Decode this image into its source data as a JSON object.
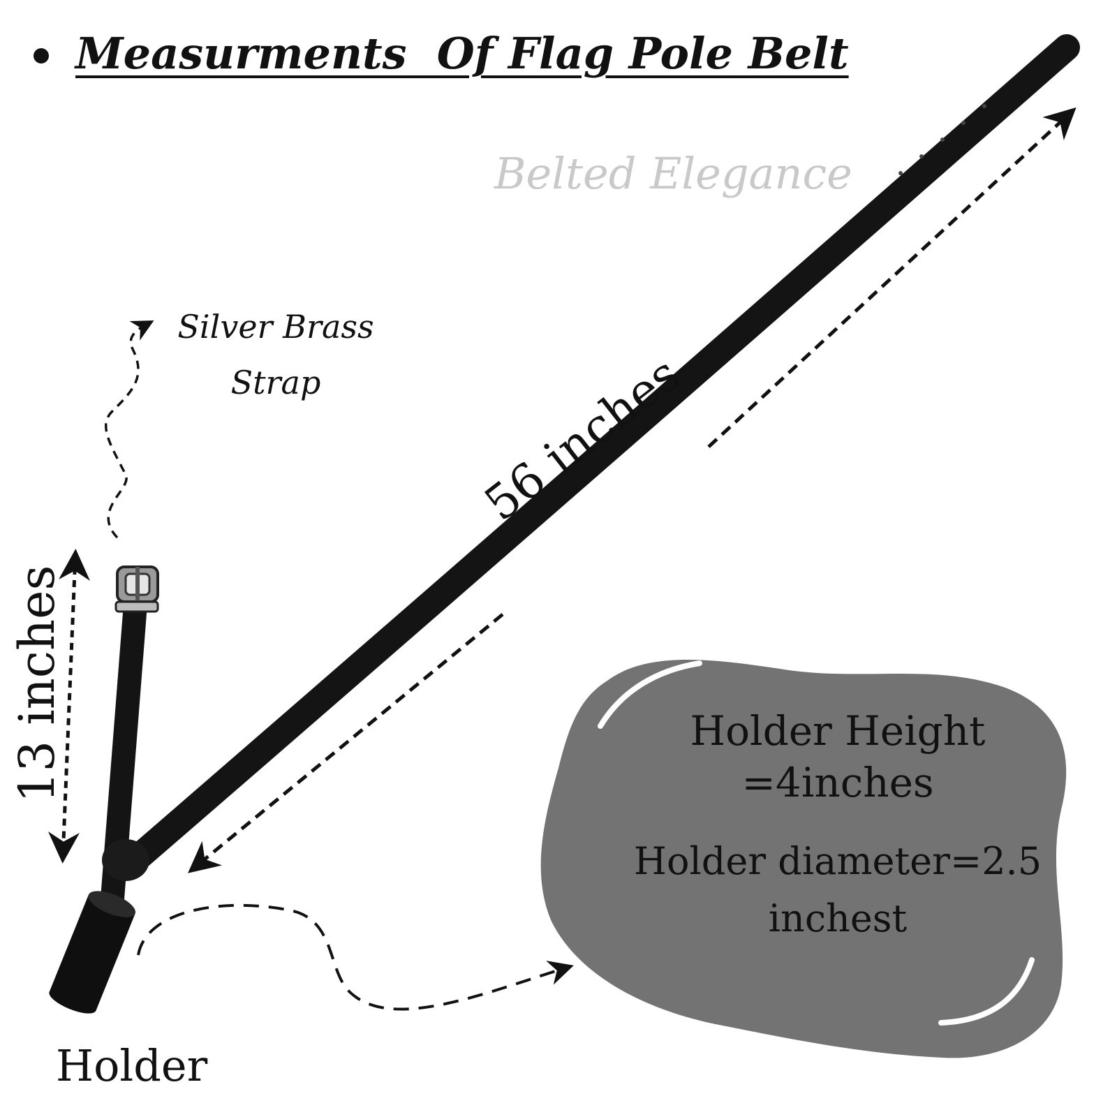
{
  "title": "Measurments  Of Flag Pole Belt",
  "watermark": "Belted Elegance",
  "labels": {
    "strap_line1": "Silver Brass",
    "strap_line2": "Strap",
    "belt_length": "56 inches",
    "strap_height": "13 inches",
    "holder": "Holder"
  },
  "info_box": {
    "line1": "Holder Height",
    "line2": "=4inches",
    "line3": "Holder diameter=2.5",
    "line4": "inchest"
  },
  "colors": {
    "belt": "#141414",
    "blob": "#737373",
    "text": "#111111",
    "watermark": "#c9c9c9",
    "highlight": "#ffffff"
  }
}
